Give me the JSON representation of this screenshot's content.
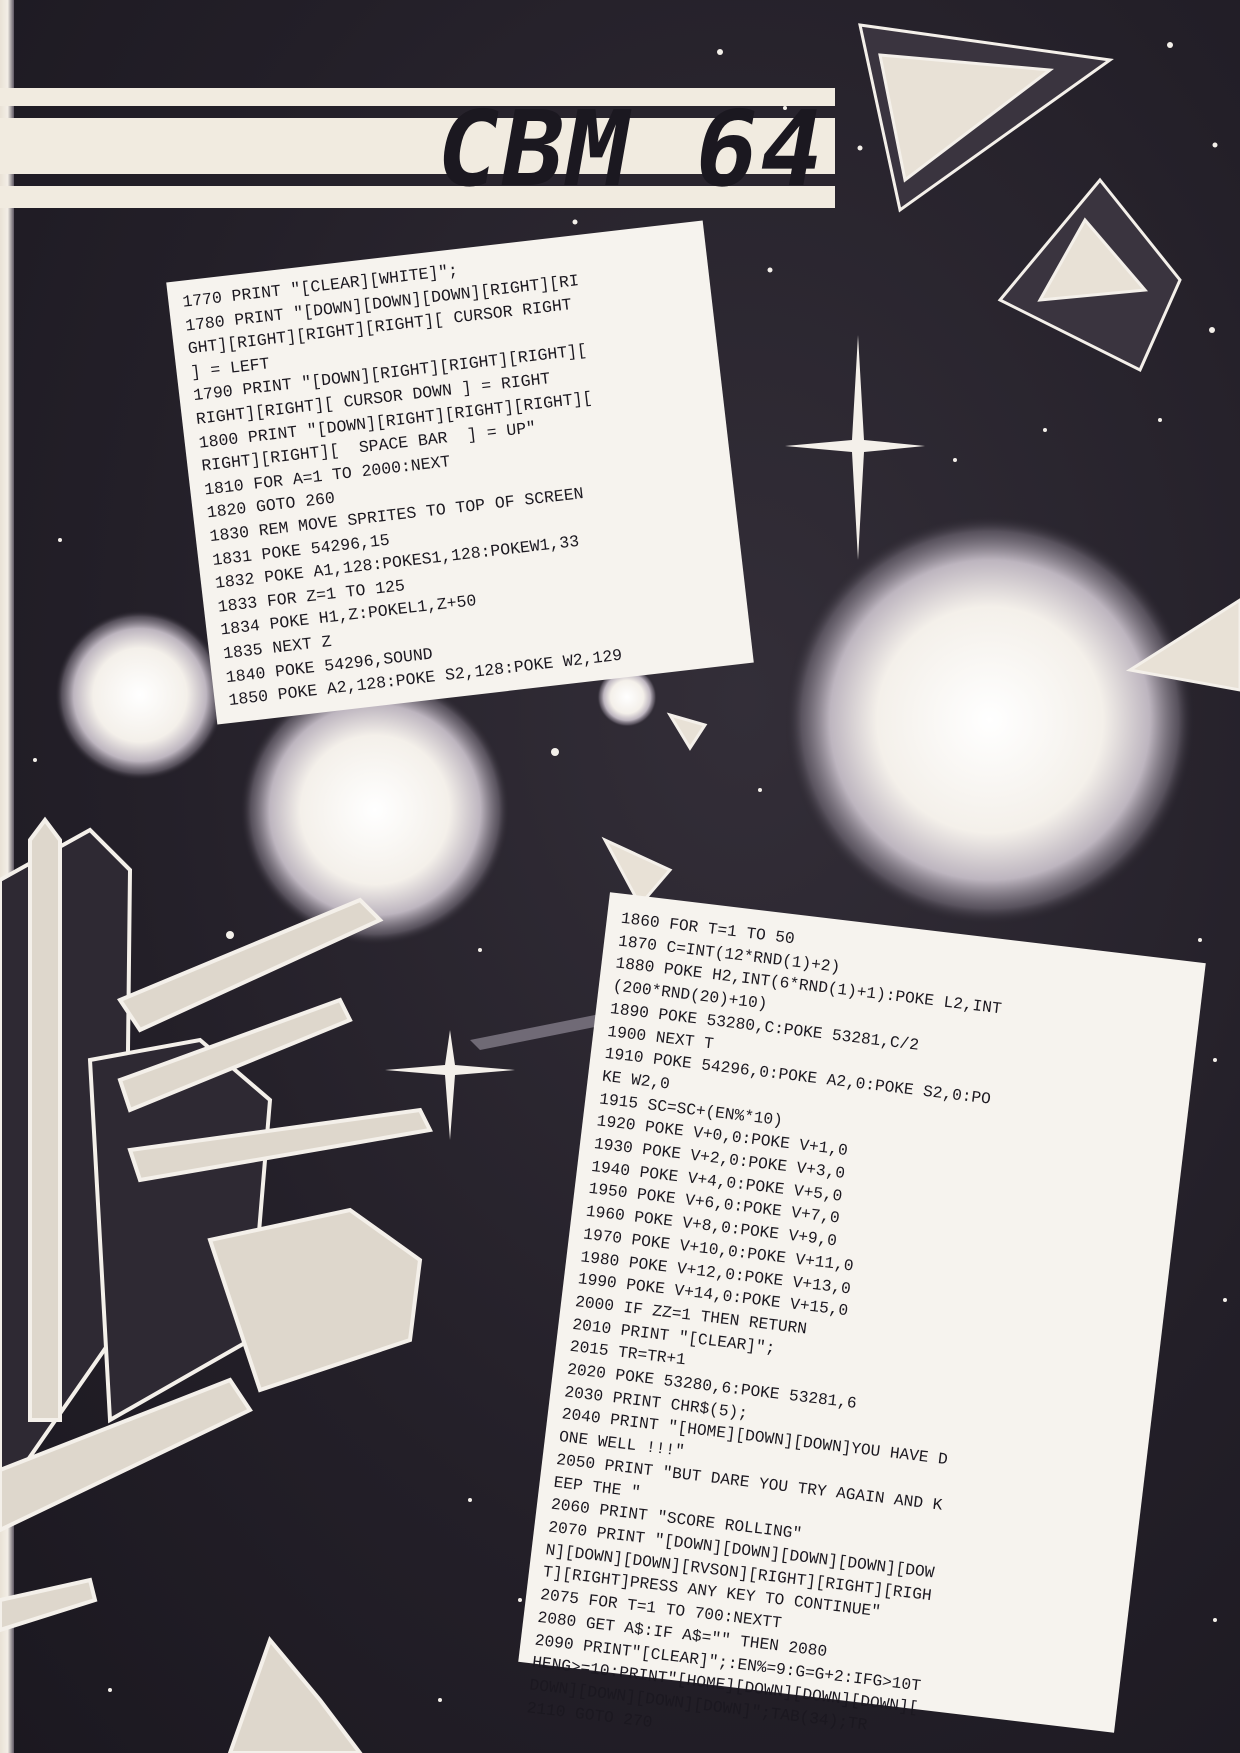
{
  "banner": {
    "title": "CBM 64"
  },
  "listing_top": {
    "lines": [
      "1770 PRINT \"[CLEAR][WHITE]\";",
      "1780 PRINT \"[DOWN][DOWN][DOWN][RIGHT][RI",
      "GHT][RIGHT][RIGHT][RIGHT][ CURSOR RIGHT",
      "] = LEFT",
      "1790 PRINT \"[DOWN][RIGHT][RIGHT][RIGHT][",
      "RIGHT][RIGHT][ CURSOR DOWN ] = RIGHT",
      "1800 PRINT \"[DOWN][RIGHT][RIGHT][RIGHT][",
      "RIGHT][RIGHT][  SPACE BAR  ] = UP\"",
      "1810 FOR A=1 TO 2000:NEXT",
      "1820 GOTO 260",
      "1830 REM MOVE SPRITES TO TOP OF SCREEN",
      "1831 POKE 54296,15",
      "1832 POKE A1,128:POKES1,128:POKEW1,33",
      "1833 FOR Z=1 TO 125",
      "1834 POKE H1,Z:POKEL1,Z+50",
      "1835 NEXT Z",
      "1840 POKE 54296,SOUND",
      "1850 POKE A2,128:POKE S2,128:POKE W2,129"
    ]
  },
  "listing_bottom": {
    "lines": [
      "1860 FOR T=1 TO 50",
      "1870 C=INT(12*RND(1)+2)",
      "1880 POKE H2,INT(6*RND(1)+1):POKE L2,INT",
      "(200*RND(20)+10)",
      "1890 POKE 53280,C:POKE 53281,C/2",
      "1900 NEXT T",
      "1910 POKE 54296,0:POKE A2,0:POKE S2,0:PO",
      "KE W2,0",
      "1915 SC=SC+(EN%*10)",
      "1920 POKE V+0,0:POKE V+1,0",
      "1930 POKE V+2,0:POKE V+3,0",
      "1940 POKE V+4,0:POKE V+5,0",
      "1950 POKE V+6,0:POKE V+7,0",
      "1960 POKE V+8,0:POKE V+9,0",
      "1970 POKE V+10,0:POKE V+11,0",
      "1980 POKE V+12,0:POKE V+13,0",
      "1990 POKE V+14,0:POKE V+15,0",
      "2000 IF ZZ=1 THEN RETURN",
      "2010 PRINT \"[CLEAR]\";",
      "2015 TR=TR+1",
      "2020 POKE 53280,6:POKE 53281,6",
      "2030 PRINT CHR$(5);",
      "2040 PRINT \"[HOME][DOWN][DOWN]YOU HAVE D",
      "ONE WELL !!!\"",
      "2050 PRINT \"BUT DARE YOU TRY AGAIN AND K",
      "EEP THE \"",
      "2060 PRINT \"SCORE ROLLING\"",
      "2070 PRINT \"[DOWN][DOWN][DOWN][DOWN][DOW",
      "N][DOWN][DOWN][RVSON][RIGHT][RIGHT][RIGH",
      "T][RIGHT]PRESS ANY KEY TO CONTINUE\"",
      "2075 FOR T=1 TO 700:NEXTT",
      "2080 GET A$:IF A$=\"\" THEN 2080",
      "2090 PRINT\"[CLEAR]\";:EN%=9:G=G+2:IFG>10T",
      "HENG>=10:PRINT\"[HOME][DOWN][DOWN][DOWN][",
      "DOWN][DOWN][DOWN][DOWN]\";TAB(34);TR",
      "2110 GOTO 270"
    ]
  },
  "colors": {
    "background": "#27232b",
    "paper": "#f6f3ee",
    "ink": "#1b1820",
    "highlight": "#f1ebe0"
  }
}
